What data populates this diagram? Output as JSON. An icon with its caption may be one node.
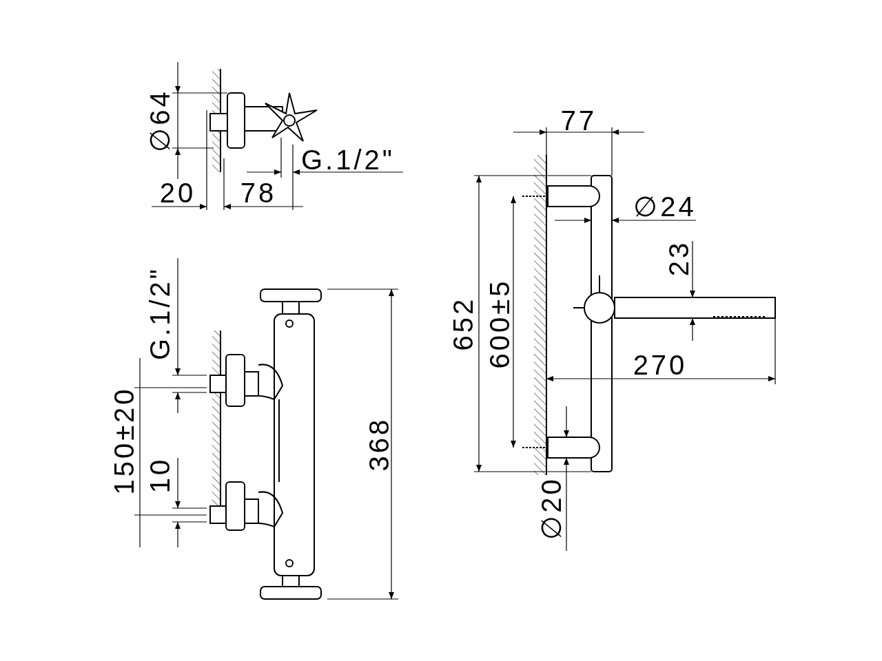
{
  "diagram": {
    "labels": [
      "∅64",
      "G.1/2\"",
      "20",
      "78",
      "G.1/2\"",
      "150±20",
      "10",
      "368",
      "77",
      "∅24",
      "652",
      "600±5",
      "23",
      "270",
      "∅20"
    ]
  }
}
